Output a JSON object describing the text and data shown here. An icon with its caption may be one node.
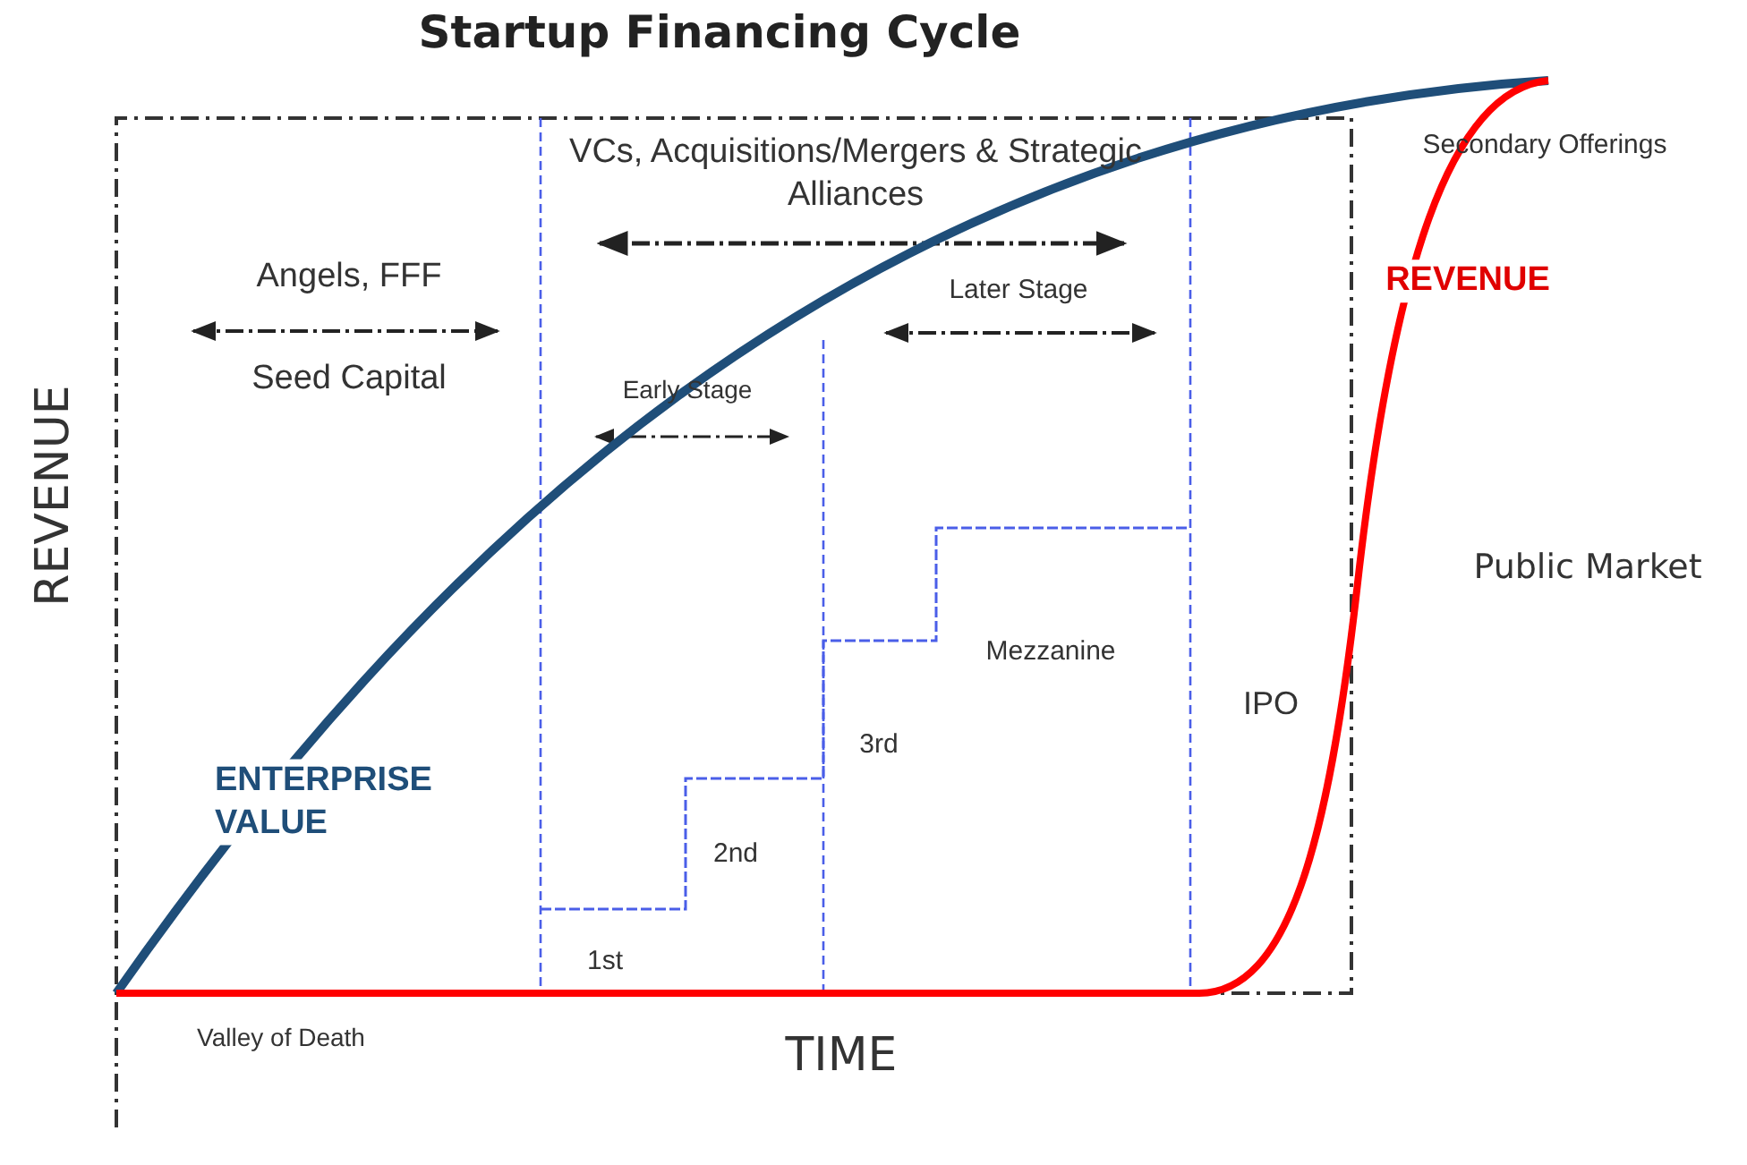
{
  "diagram": {
    "title": "Startup Financing Cycle",
    "labels": [
      "VCs, Acquisitions/Mergers & Strategic Alliances",
      "Secondary Offerings",
      "Angels, FFF",
      "Later Stage",
      "REVENUE",
      "Seed Capital",
      "Early Stage",
      "REVENUE",
      "Public Market",
      "Mezzanine",
      "IPO",
      "3rd",
      "ENTERPRISE VALUE",
      "2nd",
      "1st",
      "Valley of Death",
      "TIME"
    ]
  }
}
